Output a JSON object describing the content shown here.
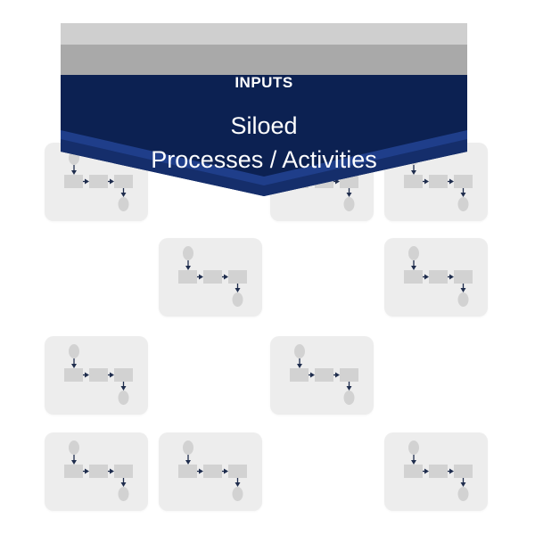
{
  "banner": {
    "inputs_label": "INPUTS",
    "title_line1": "Siloed",
    "title_line2": "Processes / Activities"
  },
  "colors": {
    "top_bar_light": "#cfcfcf",
    "inputs_bar": "#a9a9a9",
    "banner_navy": "#0c2152",
    "banner_accent_blue": "#1f3e8a",
    "tile_background": "#ededed",
    "flow_node": "#d2d2d2",
    "flow_arrow": "#1f2d4d"
  },
  "icons": {
    "tile_icon": "process-flow-icon"
  }
}
